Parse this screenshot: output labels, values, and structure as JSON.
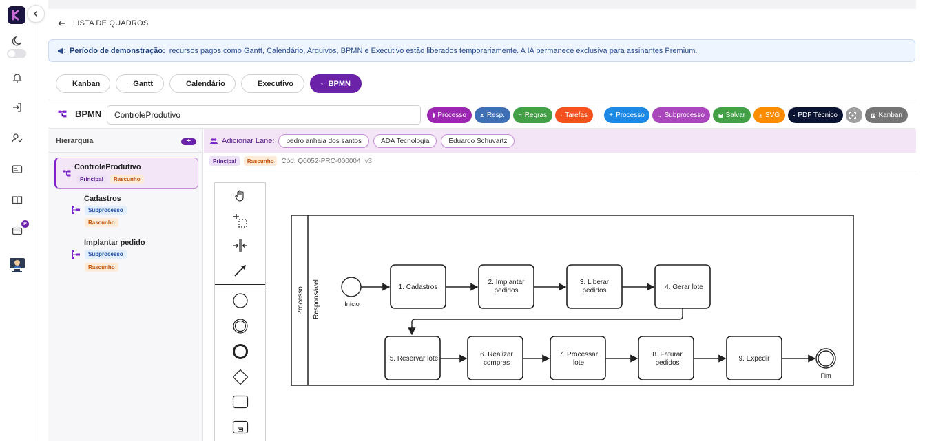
{
  "nav": {
    "back_label": "LISTA DE QUADROS",
    "premium_badge": "P"
  },
  "banner": {
    "strong": "Período de demonstração:",
    "text": "recursos pagos como Gantt, Calendário, Arquivos, BPMN e Executivo estão liberados temporariamente. A IA permanece exclusiva para assinantes Premium."
  },
  "views": [
    {
      "label": "Kanban",
      "icon": "kanban-icon"
    },
    {
      "label": "Gantt",
      "icon": "gantt-icon"
    },
    {
      "label": "Calendário",
      "icon": "calendar-icon"
    },
    {
      "label": "Executivo",
      "icon": "executive-icon"
    },
    {
      "label": "BPMN",
      "icon": "bpmn-icon",
      "active": true
    }
  ],
  "toolbar": {
    "title": "BPMN",
    "process_name": "ControleProdutivo",
    "buttons": [
      {
        "label": "Processo",
        "color": "#9c27b0"
      },
      {
        "label": "Resp.",
        "color": "#3f6fb5"
      },
      {
        "label": "Regras",
        "color": "#43a047"
      },
      {
        "label": "Tarefas",
        "color": "#f4511e"
      },
      {
        "label": "Processo",
        "color": "#1e88e5"
      },
      {
        "label": "Subprocesso",
        "color": "#ab47bc"
      },
      {
        "label": "Salvar",
        "color": "#43a047"
      },
      {
        "label": "SVG",
        "color": "#fb8c00"
      },
      {
        "label": "PDF Técnico",
        "color": "#0b1533"
      },
      {
        "label": "",
        "color": "#9e9e9e"
      },
      {
        "label": "Kanban",
        "color": "#757575"
      }
    ]
  },
  "hierarchy": {
    "title": "Hierarquia",
    "add": "+",
    "items": [
      {
        "name": "ControleProdutivo",
        "tags": [
          "Principal",
          "Rascunho"
        ]
      },
      {
        "name": "Cadastros",
        "tags": [
          "Subprocesso",
          "Rascunho"
        ]
      },
      {
        "name": "Implantar pedido",
        "tags": [
          "Subprocesso",
          "Rascunho"
        ]
      }
    ]
  },
  "lanes": {
    "label": "Adicionar Lane:",
    "chips": [
      "pedro anhaia dos santos",
      "ADA Tecnologia",
      "Eduardo Schuvartz"
    ]
  },
  "meta": {
    "tag1": "Principal",
    "tag2": "Rascunho",
    "code": "Cód: Q0052-PRC-000004",
    "version": "v3"
  },
  "diagram": {
    "pool": "Processo",
    "lane": "Responsável",
    "start": "Início",
    "end": "Fim",
    "tasks": [
      [
        "1. Cadastros"
      ],
      [
        "2. Implantar",
        "pedidos"
      ],
      [
        "3. Liberar",
        "pedidos"
      ],
      [
        "4. Gerar lote"
      ],
      [
        "5. Reservar lote"
      ],
      [
        "6. Realizar",
        "compras"
      ],
      [
        "7. Processar",
        "lote"
      ],
      [
        "8. Faturar",
        "pedidos"
      ],
      [
        "9. Expedir"
      ]
    ]
  },
  "colors": {
    "accent": "#6b21a8",
    "banner_bg": "#eef5ff",
    "lane_bg": "#f3e4f6"
  }
}
